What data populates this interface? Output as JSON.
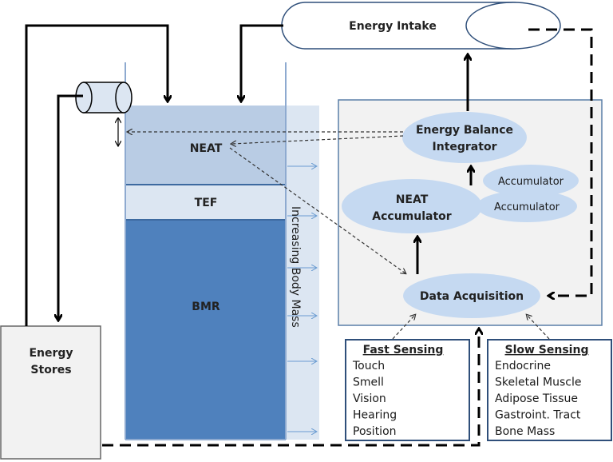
{
  "energy_intake": "Energy Intake",
  "energy_stores": {
    "line1": "Energy",
    "line2": "Stores"
  },
  "compartments": {
    "neat": "NEAT",
    "tef": "TEF",
    "bmr": "BMR"
  },
  "increasing_body_mass": "Increasing Body Mass",
  "integrator": {
    "line1": "Energy Balance",
    "line2": "Integrator"
  },
  "neat_accumulator": {
    "line1": "NEAT",
    "line2": "Accumulator"
  },
  "accumulator_1": "Accumulator",
  "accumulator_2": "Accumulator",
  "data_acquisition": "Data Acquisition",
  "fast_sensing": {
    "title": "Fast Sensing",
    "items": [
      "Touch",
      "Smell",
      "Vision",
      "Hearing",
      "Position"
    ]
  },
  "slow_sensing": {
    "title": "Slow Sensing",
    "items": [
      "Endocrine",
      "Skeletal Muscle",
      "Adipose Tissue",
      "Gastroint. Tract",
      "Bone Mass"
    ]
  },
  "colors": {
    "neat_fill": "#b9cce4",
    "tef_fill": "#dce6f2",
    "bmr_fill": "#4f81bd",
    "ellipse_fill": "#c5d9f1",
    "panel_fill": "#f2f2f2",
    "panel_border": "#5a7fa8"
  }
}
